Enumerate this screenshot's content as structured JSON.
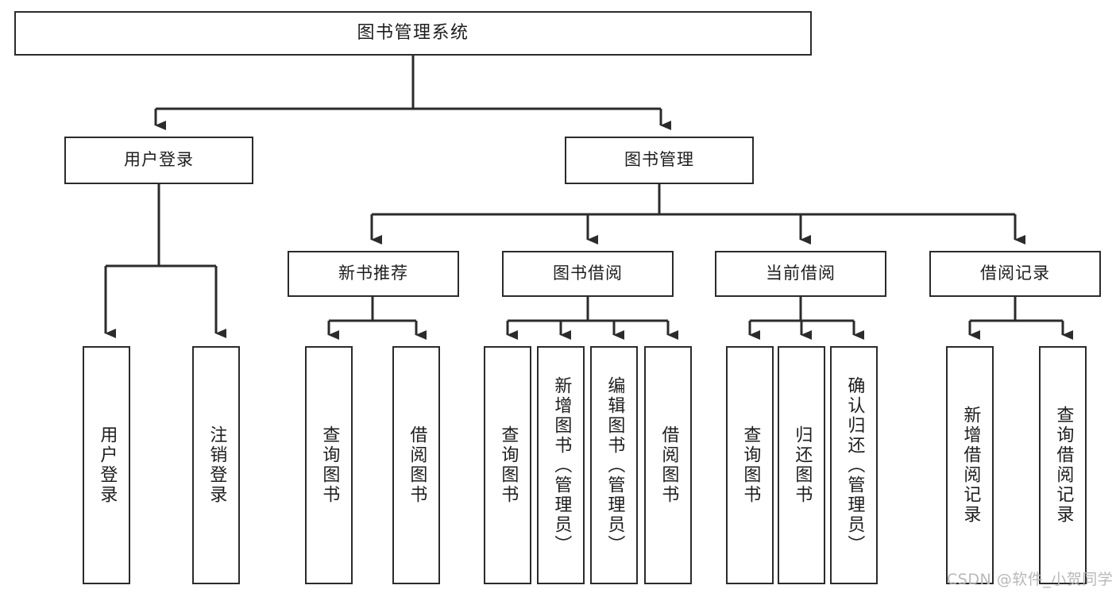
{
  "diagram": {
    "title": "图书管理系统",
    "type": "tree-hierarchy-chart",
    "colors": {
      "box_border": "#2b2b2b",
      "box_fill": "#ffffff",
      "edge": "#2b2b2b",
      "text": "#1d1d1d",
      "watermark": "#b8b8b8",
      "background": "#ffffff"
    },
    "root": {
      "label": "图书管理系统"
    },
    "level1": [
      {
        "id": "user-login",
        "label": "用户登录"
      },
      {
        "id": "book-management",
        "label": "图书管理"
      }
    ],
    "level2": [
      {
        "id": "new-book-recommend",
        "label": "新书推荐"
      },
      {
        "id": "book-borrow",
        "label": "图书借阅"
      },
      {
        "id": "current-borrow",
        "label": "当前借阅"
      },
      {
        "id": "borrow-record",
        "label": "借阅记录"
      }
    ],
    "leaves": {
      "user_login": [
        {
          "id": "leaf-user-login",
          "label": "用户登录"
        },
        {
          "id": "leaf-logout-login",
          "label": "注销登录"
        }
      ],
      "new_book_recommend": [
        {
          "id": "leaf-query-book-1",
          "label": "查询图书"
        },
        {
          "id": "leaf-borrow-book-1",
          "label": "借阅图书"
        }
      ],
      "book_borrow": [
        {
          "id": "leaf-query-book-2",
          "label": "查询图书"
        },
        {
          "id": "leaf-add-book",
          "label": "新增图书（管理员）"
        },
        {
          "id": "leaf-edit-book",
          "label": "编辑图书（管理员）"
        },
        {
          "id": "leaf-borrow-book-2",
          "label": "借阅图书"
        }
      ],
      "current_borrow": [
        {
          "id": "leaf-query-book-3",
          "label": "查询图书"
        },
        {
          "id": "leaf-return-book",
          "label": "归还图书"
        },
        {
          "id": "leaf-confirm-return",
          "label": "确认归还（管理员）"
        }
      ],
      "borrow_record": [
        {
          "id": "leaf-add-record",
          "label": "新增借阅记录"
        },
        {
          "id": "leaf-query-record",
          "label": "查询借阅记录"
        }
      ]
    }
  },
  "watermark": {
    "text": "CSDN @软件_小贺同学"
  }
}
